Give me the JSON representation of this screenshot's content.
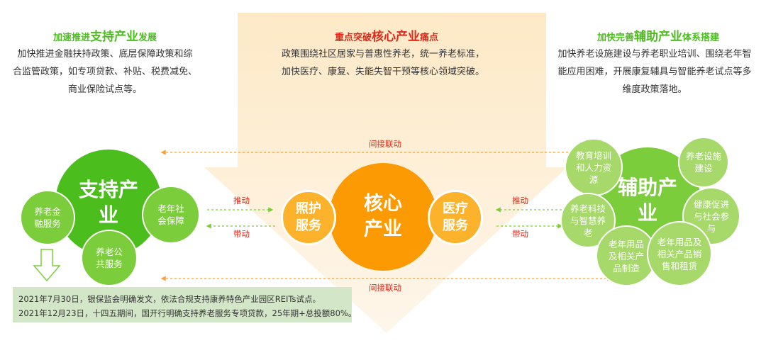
{
  "colors": {
    "green_dark": "#4bbd1d",
    "green_mid": "#7ccd3c",
    "green_light": "#a6d96a",
    "orange": "#fb9a02",
    "orange_light": "#fcb22a",
    "peach": "#fdf0d9",
    "red": "#e0291b"
  },
  "left_panel": {
    "heading_prefix": "加速推进",
    "heading_emph": "支持产业",
    "heading_suffix": "发展",
    "desc_lines": [
      "加快推进金融扶持政策、底层保障政策和综",
      "合监管政策，如专项贷款、补贴、税费减免、",
      "商业保险试点等。"
    ]
  },
  "center_panel": {
    "heading_prefix": "重点突破",
    "heading_emph": "核心产业",
    "heading_suffix": "痛点",
    "desc_lines": [
      "政策围绕社区居家与普惠性养老，统一养老标准，",
      "加快医疗、康复、失能失智干预等核心领域突破。"
    ]
  },
  "right_panel": {
    "heading_prefix": "加快完善",
    "heading_emph": "辅助产业",
    "heading_suffix": "体系搭建",
    "desc_lines": [
      "加快养老设施建设与养老职业培训、围绕老年智",
      "能应用困难，开展康复辅具与智能养老试点等多",
      "维度政策落地。"
    ]
  },
  "support_cluster": {
    "main": [
      "支持产",
      "业"
    ],
    "nodes": [
      [
        "养老金",
        "融服务"
      ],
      [
        "老年社",
        "会保障"
      ],
      [
        "养老公",
        "共服务"
      ]
    ]
  },
  "core_cluster": {
    "main": [
      "核心",
      "产业"
    ],
    "left": [
      "照护",
      "服务"
    ],
    "right": [
      "医疗",
      "服务"
    ]
  },
  "aux_cluster": {
    "main": [
      "辅助产",
      "业"
    ],
    "nodes": [
      [
        "教育培训",
        "和人力资",
        "源"
      ],
      [
        "养老设施",
        "建设"
      ],
      [
        "养老科技",
        "与智慧养",
        "老"
      ],
      [
        "健康促进",
        "与社会参",
        "与"
      ],
      [
        "老年用品",
        "及相关产",
        "品制造"
      ],
      [
        "老年用品及",
        "相关产品销",
        "售和租赁"
      ]
    ]
  },
  "links": {
    "indirect_top": "间接联动",
    "indirect_bottom": "间接联动",
    "push_left": "推动",
    "drive_left": "带动",
    "push_right": "推动",
    "drive_right": "带动"
  },
  "notes": [
    "2021年7月30日，银保监会明确发文，依法合规支持康养特色产业园区REITs试点。",
    "2021年12月23日，十四五期间，国开行明确支持养老服务专项贷款，25年期+总投额80%。"
  ]
}
